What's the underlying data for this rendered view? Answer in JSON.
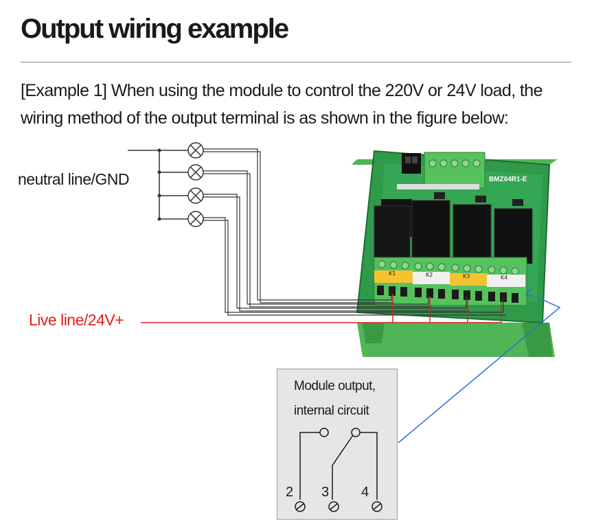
{
  "title": "Output wiring example",
  "description": "[Example 1] When using the module to control the 220V or 24V load, the wiring method of the output terminal is as shown in the figure below:",
  "labels": {
    "neutral": "neutral line/GND",
    "live": "Live line/24V+"
  },
  "module": {
    "model": "BMZ04R1-E",
    "relay_groups": [
      "K1",
      "K2",
      "K3",
      "K4"
    ],
    "terminal_numbers": [
      "2",
      "3",
      "4"
    ]
  },
  "inset": {
    "line1": "Module output,",
    "line2": "internal circuit",
    "terminals": [
      "2",
      "3",
      "4"
    ]
  },
  "colors": {
    "live_wire": "#e02020",
    "callout": "#2a6fd6",
    "board": "#2f9a4a",
    "terminal_block": "#56c25e"
  }
}
